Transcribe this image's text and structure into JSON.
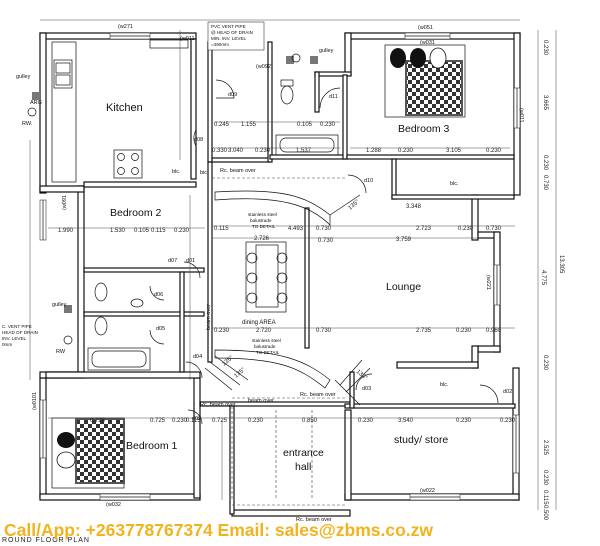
{
  "rooms": {
    "kitchen": "Kitchen",
    "bedroom3": "Bedroom 3",
    "bedroom2": "Bedroom 2",
    "lounge": "Lounge",
    "dining": "dining AREA",
    "bedroom1": "Bedroom 1",
    "study": "study/ store",
    "entrance_line1": "entrance",
    "entrance_line2": "hall"
  },
  "windows": {
    "w271": "(w271",
    "w051": "(w051",
    "w031": "(w031",
    "w092": "(w092)",
    "w011": "(w011",
    "w011b": "(w011",
    "w091": "(w091",
    "w221": "(w221",
    "w0101": "(w0101",
    "w022": "(w022",
    "w032": "(w032"
  },
  "doors": {
    "d09": "d09",
    "d11": "d11",
    "d08": "d08",
    "d10": "d10",
    "d07": "d07",
    "d06": "d06",
    "d05": "d05",
    "d04": "d04",
    "d03": "d03",
    "d02": "d02",
    "d01": "d01",
    "d02b": "d02"
  },
  "notes": {
    "pvc_top": [
      "PVC VENT PIPE",
      "@ HEAD OF DRAIN",
      "MIN. INV. LEVEL",
      "=490mm"
    ],
    "pvc_left": [
      "C. VENT PIPE",
      "HEAD OF DRAIN",
      "INV. LEVEL",
      "0mm"
    ],
    "gulley_1": "gulley",
    "gulley_2": "gulley",
    "gulley_3": "gulley",
    "arg": "ARG",
    "rw_1": "RW.",
    "rw_2": "RW",
    "blc_1": "blc.",
    "blc_2": "blc.",
    "blc_3": "blc.",
    "rc_beam_1": "Rc. beam over",
    "rc_beam_2": "Rc. beam over",
    "rc_beam_3": "Rc. beam over",
    "rc_beam_4": "Rc. beam over",
    "beam_over": "beam over",
    "balustrade_1": [
      "stainless steel",
      "balustrade",
      "TO DETAIL"
    ],
    "balustrade_2": [
      "stainless steel",
      "balustrade",
      "TO DETAIL"
    ],
    "bic": "bic."
  },
  "dimensions": {
    "top_row": [
      "0.245",
      "1.155",
      "0.105",
      "0.230"
    ],
    "kitchen_row": [
      "0.330",
      "3.040",
      "0.230"
    ],
    "bed3_row": [
      "1.537",
      "1.288",
      "0.230",
      "3.105",
      "0.230"
    ],
    "bed2_row": [
      "1.990",
      "1.530",
      "0.105",
      "0.115",
      "0.230"
    ],
    "dining_row1": [
      "0.115",
      "2.726",
      "4.493",
      "0.730",
      "2.723",
      "0.230",
      "0.730"
    ],
    "dining_row2": [
      "3.759"
    ],
    "dining_row3": [
      "3.348",
      "0.730"
    ],
    "lower_row": [
      "0.230",
      "2.720",
      "0.730",
      "2.735",
      "0.230",
      "0.960"
    ],
    "study_row": [
      "0.115",
      "0.725",
      "0.230",
      "0.850",
      "0.230",
      "3.540",
      "0.230",
      "0.230"
    ],
    "study_row2": [
      "0.725",
      "0.725",
      "0.230"
    ],
    "right_col": [
      "3.665",
      "0.230",
      "4.775",
      "13.305",
      "0.730",
      "0.230",
      "2.525",
      "0.230",
      "0.115",
      "0.500",
      "0.230"
    ],
    "angles": [
      "135°",
      "135°",
      "135°",
      "135°"
    ]
  },
  "footer": {
    "contact": "Call/App: +263778767374  Email: sales@zbms.co.zw",
    "caption": "ROUND  FLOOR  PLAN"
  },
  "colors": {
    "contact_text": "#f2b31d",
    "line": "#111111"
  }
}
